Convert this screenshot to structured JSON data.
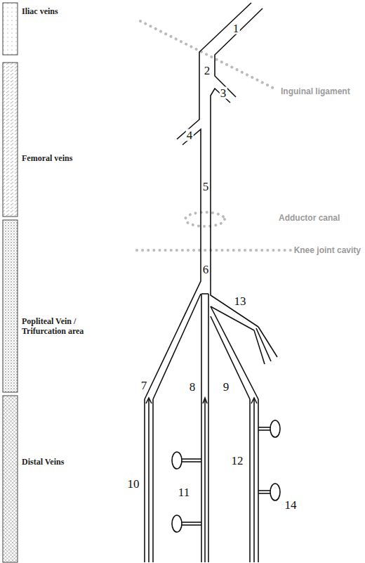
{
  "diagram": {
    "nodes": [
      {
        "text": [
          "Iliac veins"
        ]
      },
      {
        "text": [
          "Femoral veins"
        ]
      },
      {
        "text": [
          "Popliteal Vein / Trifurcation area"
        ]
      },
      {
        "text": [
          "Distal Veins"
        ]
      }
    ],
    "labels": [
      "1",
      "2",
      "3",
      "Inguinal ligament",
      "4",
      "5",
      "Adductor canal",
      "Knee joint cavity",
      "6",
      "13",
      "7",
      "8",
      "9",
      "10",
      "11",
      "12",
      "14"
    ]
  }
}
